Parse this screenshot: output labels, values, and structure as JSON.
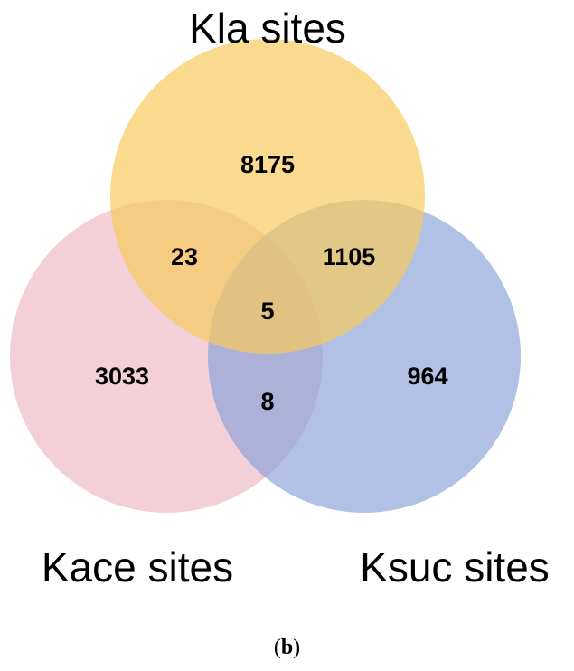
{
  "diagram": {
    "type": "venn",
    "sets": [
      {
        "id": "kla",
        "label": "Kla sites",
        "color": "#F6CB5E"
      },
      {
        "id": "kace",
        "label": "Kace sites",
        "color": "#E9A7B6"
      },
      {
        "id": "ksuc",
        "label": "Ksuc sites",
        "color": "#879FD7"
      }
    ],
    "regions": {
      "kla_only": "8175",
      "kace_only": "3033",
      "ksuc_only": "964",
      "kla_kace": "23",
      "kla_ksuc": "1105",
      "kace_ksuc": "8",
      "all": "5"
    }
  },
  "caption": {
    "open": "(",
    "letter": "b",
    "close": ")"
  }
}
